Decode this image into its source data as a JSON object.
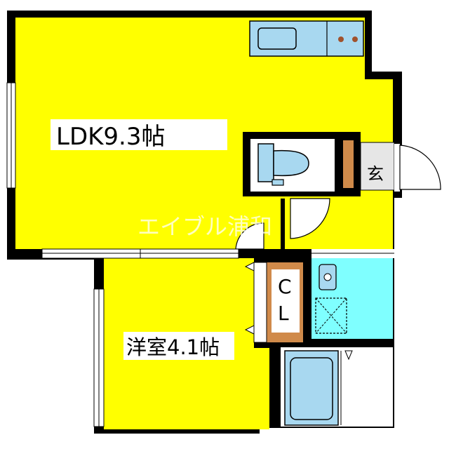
{
  "rooms": {
    "ldk": {
      "label": "LDK9.3帖"
    },
    "western": {
      "label": "洋室4.1帖"
    },
    "entrance": {
      "label": "玄"
    },
    "closet": {
      "label_c": "C",
      "label_l": "L"
    }
  },
  "watermark": {
    "text": "エイブル浦和"
  },
  "colors": {
    "room_yellow": "#ffff00",
    "wet_cyan": "#7fffff",
    "fixture_blue": "#a8d8f0",
    "closet_tan": "#d08a4a",
    "wall": "#000000",
    "floor_white": "#ffffff",
    "entrance_gray": "#e6e6e6"
  }
}
